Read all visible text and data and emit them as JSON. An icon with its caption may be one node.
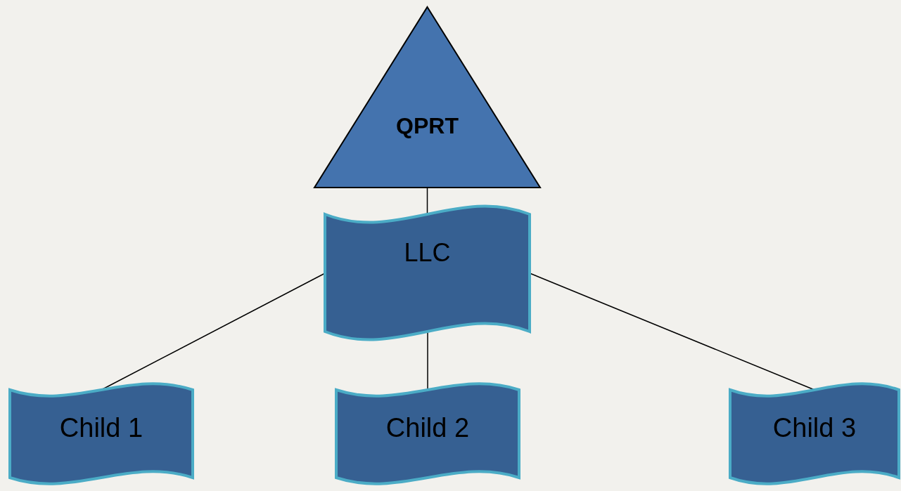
{
  "diagram": {
    "nodes": [
      {
        "text": [
          "QPRT"
        ]
      },
      {
        "text": [
          "LLC"
        ]
      },
      {
        "text": [
          "Child 1"
        ]
      },
      {
        "text": [
          "Child 2"
        ]
      },
      {
        "text": [
          "Child 3"
        ]
      }
    ],
    "edges": [
      {
        "from": 0,
        "to": 1,
        "arrow": "none"
      },
      {
        "from": 1,
        "to": 2,
        "arrow": "none"
      },
      {
        "from": 1,
        "to": 3,
        "arrow": "none"
      },
      {
        "from": 1,
        "to": 4,
        "arrow": "none"
      }
    ]
  }
}
